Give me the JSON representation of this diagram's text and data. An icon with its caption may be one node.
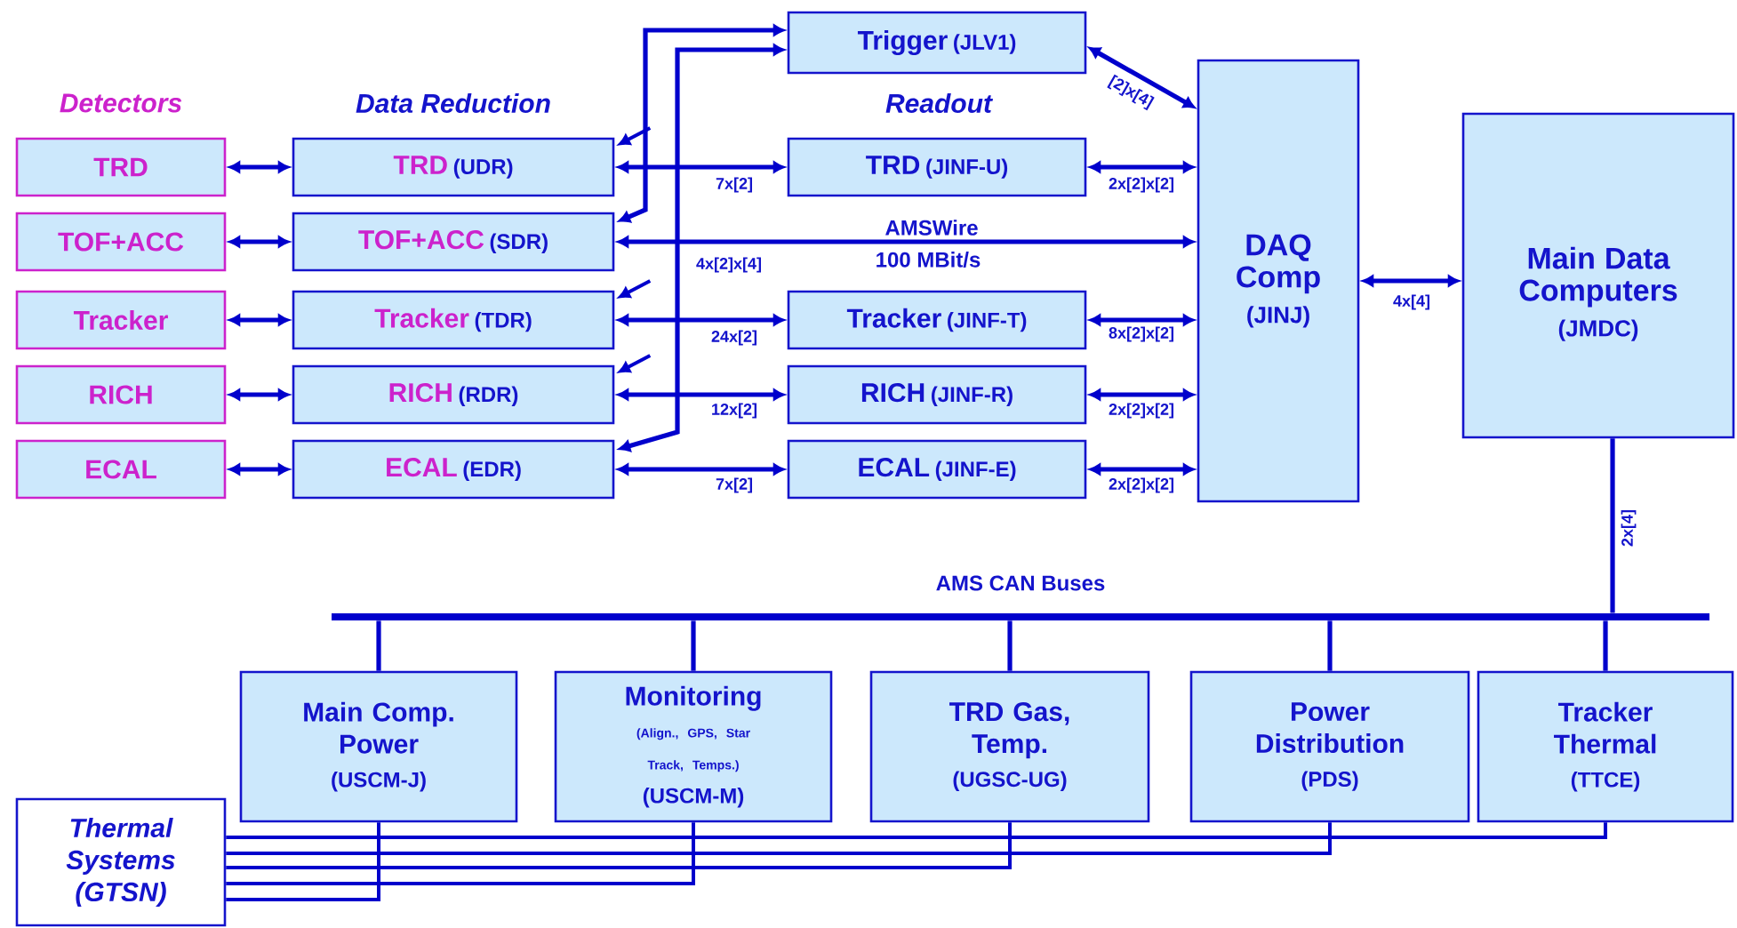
{
  "diagram": {
    "nodes": [
      {
        "text": [
          "TRD"
        ]
      },
      {
        "text": [
          "TOF+ACC"
        ]
      },
      {
        "text": [
          "Tracker"
        ]
      },
      {
        "text": [
          "RICH"
        ]
      },
      {
        "text": [
          "ECAL"
        ]
      },
      {
        "text": [
          "TRD",
          "(UDR)"
        ]
      },
      {
        "text": [
          "TOF+ACC",
          "(SDR)"
        ]
      },
      {
        "text": [
          "Tracker",
          "(TDR)"
        ]
      },
      {
        "text": [
          "RICH",
          "(RDR)"
        ]
      },
      {
        "text": [
          "ECAL",
          "(EDR)"
        ]
      },
      {
        "text": [
          "Trigger",
          "(JLV1)"
        ]
      },
      {
        "text": [
          "TRD",
          "(JINF-U)"
        ]
      },
      {
        "text": [
          "Tracker",
          "(JINF-T)"
        ]
      },
      {
        "text": [
          "RICH",
          "(JINF-R)"
        ]
      },
      {
        "text": [
          "ECAL",
          "(JINF-E)"
        ]
      },
      {
        "text": [
          "DAQ Comp",
          "(JINJ)"
        ]
      },
      {
        "text": [
          "Main Data Computers",
          "(JMDC)"
        ]
      },
      {
        "text": [],
        "shape": "bar",
        "beside": [
          "AMS CAN Buses"
        ]
      },
      {
        "text": [
          "Main Comp. Power",
          "(USCM-J)"
        ]
      },
      {
        "text": [
          "Monitoring",
          "(Align., GPS, Star Track, Temps.)",
          "(USCM-M)"
        ]
      },
      {
        "text": [
          "TRD Gas, Temp.",
          "(UGSC-UG)"
        ]
      },
      {
        "text": [
          "Power Distribution",
          "(PDS)"
        ]
      },
      {
        "text": [
          "Tracker Thermal",
          "(TTCE)"
        ]
      },
      {
        "text": [
          "Thermal Systems (GTSN)"
        ]
      }
    ],
    "edges": [
      {
        "from": 0,
        "to": 5,
        "arrow": "both"
      },
      {
        "from": 1,
        "to": 6,
        "arrow": "both"
      },
      {
        "from": 2,
        "to": 7,
        "arrow": "both"
      },
      {
        "from": 3,
        "to": 8,
        "arrow": "both"
      },
      {
        "from": 4,
        "to": 9,
        "arrow": "both"
      },
      {
        "from": 5,
        "to": 11,
        "arrow": "both",
        "label": "7x[2]"
      },
      {
        "from": 6,
        "to": 15,
        "arrow": "both",
        "label": "4x[2]x[4]"
      },
      {
        "from": 7,
        "to": 12,
        "arrow": "both",
        "label": "24x[2]"
      },
      {
        "from": 8,
        "to": 13,
        "arrow": "both",
        "label": "12x[2]"
      },
      {
        "from": 9,
        "to": 14,
        "arrow": "both",
        "label": "7x[2]"
      },
      {
        "from": 10,
        "to": 15,
        "arrow": "both",
        "label": "[2]x[4]"
      },
      {
        "from": 11,
        "to": 15,
        "arrow": "both",
        "label": "2x[2]x[2]"
      },
      {
        "from": 12,
        "to": 15,
        "arrow": "both",
        "label": "8x[2]x[2]"
      },
      {
        "from": 13,
        "to": 15,
        "arrow": "both",
        "label": "2x[2]x[2]"
      },
      {
        "from": 14,
        "to": 15,
        "arrow": "both",
        "label": "2x[2]x[2]"
      },
      {
        "from": 15,
        "to": 16,
        "arrow": "both",
        "label": "4x[4]"
      },
      {
        "from": 16,
        "to": 17,
        "arrow": "none",
        "label": "2x[4]"
      },
      {
        "from": 10,
        "to": 6,
        "arrow": "both"
      },
      {
        "from": 10,
        "to": 9,
        "arrow": "both"
      },
      {
        "from": null,
        "to": 5,
        "arrow": "to"
      },
      {
        "from": null,
        "to": 7,
        "arrow": "to"
      },
      {
        "from": null,
        "to": 8,
        "arrow": "to"
      },
      {
        "from": 17,
        "to": 18,
        "arrow": "none"
      },
      {
        "from": 17,
        "to": 19,
        "arrow": "none"
      },
      {
        "from": 17,
        "to": 20,
        "arrow": "none"
      },
      {
        "from": 17,
        "to": 21,
        "arrow": "none"
      },
      {
        "from": 17,
        "to": 22,
        "arrow": "none"
      },
      {
        "from": 23,
        "to": 22,
        "arrow": "none"
      },
      {
        "from": 23,
        "to": 21,
        "arrow": "none"
      },
      {
        "from": 23,
        "to": 20,
        "arrow": "none"
      },
      {
        "from": 23,
        "to": 19,
        "arrow": "none"
      },
      {
        "from": 23,
        "to": 18,
        "arrow": "none"
      }
    ],
    "labels": [
      "Detectors",
      "Data Reduction",
      "Readout",
      "AMSWire",
      "100 MBit/s"
    ]
  }
}
